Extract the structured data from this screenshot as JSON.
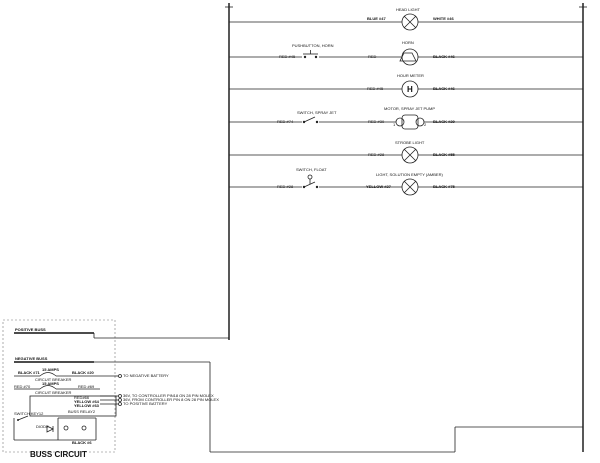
{
  "rungs": [
    {
      "device": "HEAD LIGHT",
      "left_wire": "BLUE #47",
      "right_wire": "WHITE #46"
    },
    {
      "device": "HORN",
      "switch": "PUSHBUTTON, HORN",
      "switch_wire": "RED #45",
      "left_wire": "RED",
      "right_wire": "BLACK #46"
    },
    {
      "device": "HOUR METER",
      "left_wire": "RED #45",
      "right_wire": "BLACK #46",
      "meter_letter": "H"
    },
    {
      "device": "MOTOR, SPRAY JET PUMP",
      "switch": "SWITCH, SPRAY JET",
      "switch_wire": "RED #74",
      "left_wire": "RED #30",
      "right_wire": "BLACK #29",
      "pin1": "1",
      "pin2": "2"
    },
    {
      "device": "STROBE LIGHT",
      "left_wire": "RED #28",
      "right_wire": "BLACK #55"
    },
    {
      "device": "LIGHT, SOLUTION EMPTY (AMBER)",
      "switch": "SWITCH, FLOAT",
      "switch_wire": "RED #28",
      "left_wire": "YELLOW #27",
      "right_wire": "BLACK #75"
    }
  ],
  "buss": {
    "title": "BUSS CIRCUIT",
    "positive_buss": "POSITIVE BUSS",
    "negative_buss": "NEGATIVE BUSS",
    "amps_15": "15 AMPS",
    "black_71": "BLACK #71",
    "black_20": "BLACK #20",
    "circuit_breaker_1": "CIRCUIT BREAKER",
    "amps_15b": "15 AMPS",
    "red_70": "RED #70",
    "red_69": "RED #69",
    "circuit_breaker_2": "CIRCUIT BREAKER",
    "red_66": "RED#66",
    "yellow_64": "YELLOW #64",
    "yellow_63": "YELLOW #63",
    "switch_key": "SWITCH KEY12",
    "relay": "BUSS RELAY2",
    "diode": "DIODE",
    "black_6": "BLACK #6",
    "to_neg_battery": "TO NEGATIVE BATTERY",
    "to_controller_pin": "36V, TO CONTROLLER PIN18 ON 28 PIN MOLEX",
    "from_controller_pin": "36V, FROM CONTROLLER PIN 8 ON 28 PIN MOLEX",
    "to_pos_battery": "TO POSITIVE BATTERY"
  }
}
